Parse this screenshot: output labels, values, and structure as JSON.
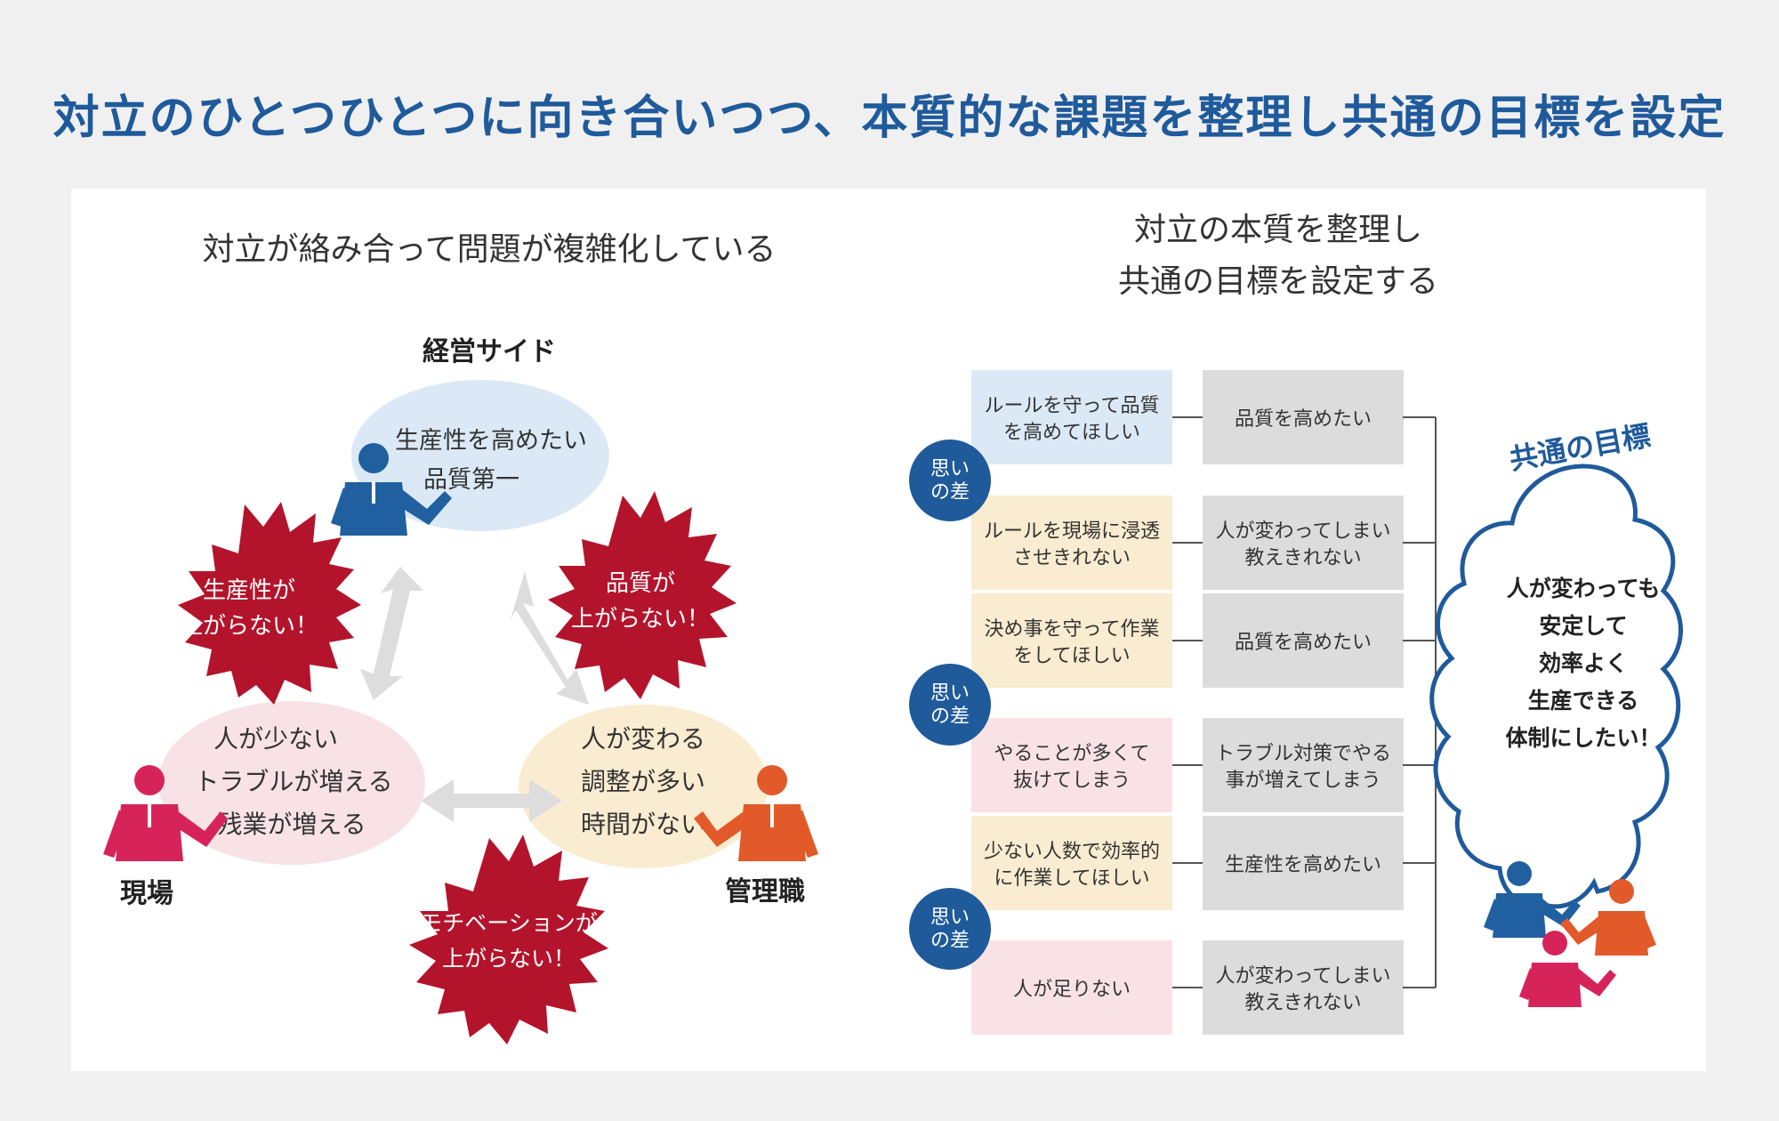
{
  "title": "対立のひとつひとつに向き合いつつ、本質的な課題を整理し共通の目標を設定",
  "left": {
    "heading": "対立が絡み合って問題が複雑化している",
    "management": {
      "label": "経営サイド",
      "lines": [
        "生産性を高めたい",
        "品質第一"
      ]
    },
    "field": {
      "label": "現場",
      "lines": [
        "人が少ない",
        "トラブルが増える",
        "残業が増える"
      ]
    },
    "managers": {
      "label": "管理職",
      "lines": [
        "人が変わる",
        "調整が多い",
        "時間がない"
      ]
    },
    "conflicts": {
      "productivity": [
        "生産性が",
        "上がらない！"
      ],
      "quality": [
        "品質が",
        "上がらない！"
      ],
      "motivation": [
        "モチベーションが",
        "上がらない！"
      ]
    }
  },
  "right": {
    "heading": [
      "対立の本質を整理し",
      "共通の目標を設定する"
    ],
    "gap_label": [
      "思い",
      "の差"
    ],
    "rows": [
      {
        "wish": [
          "ルールを守って品質",
          "を高めてほしい"
        ],
        "essence": [
          "品質を高めたい"
        ]
      },
      {
        "wish": [
          "ルールを現場に浸透",
          "させきれない"
        ],
        "essence": [
          "人が変わってしまい",
          "教えきれない"
        ]
      },
      {
        "wish": [
          "決め事を守って作業",
          "をしてほしい"
        ],
        "essence": [
          "品質を高めたい"
        ]
      },
      {
        "wish": [
          "やることが多くて",
          "抜けてしまう"
        ],
        "essence": [
          "トラブル対策でやる",
          "事が増えてしまう"
        ]
      },
      {
        "wish": [
          "少ない人数で効率的",
          "に作業してほしい"
        ],
        "essence": [
          "生産性を高めたい"
        ]
      },
      {
        "wish": [
          "人が足りない"
        ],
        "essence": [
          "人が変わってしまい",
          "教えきれない"
        ]
      }
    ],
    "goal_label": "共通の目標",
    "goal_lines": [
      "人が変わっても",
      "安定して",
      "効率よく",
      "生産できる",
      "体制にしたい！"
    ]
  },
  "colors": {
    "title": "#1f5a9b",
    "blue": "#2060a0",
    "pink": "#d6245a",
    "orange": "#e2592a",
    "burst": "#b3142c",
    "blue_bubble": "#dbe9f6",
    "pink_bubble": "#f8e2e6",
    "yellow_bubble": "#faecd0",
    "gray_box": "#dcdcdc",
    "arrow": "#dddddd"
  }
}
